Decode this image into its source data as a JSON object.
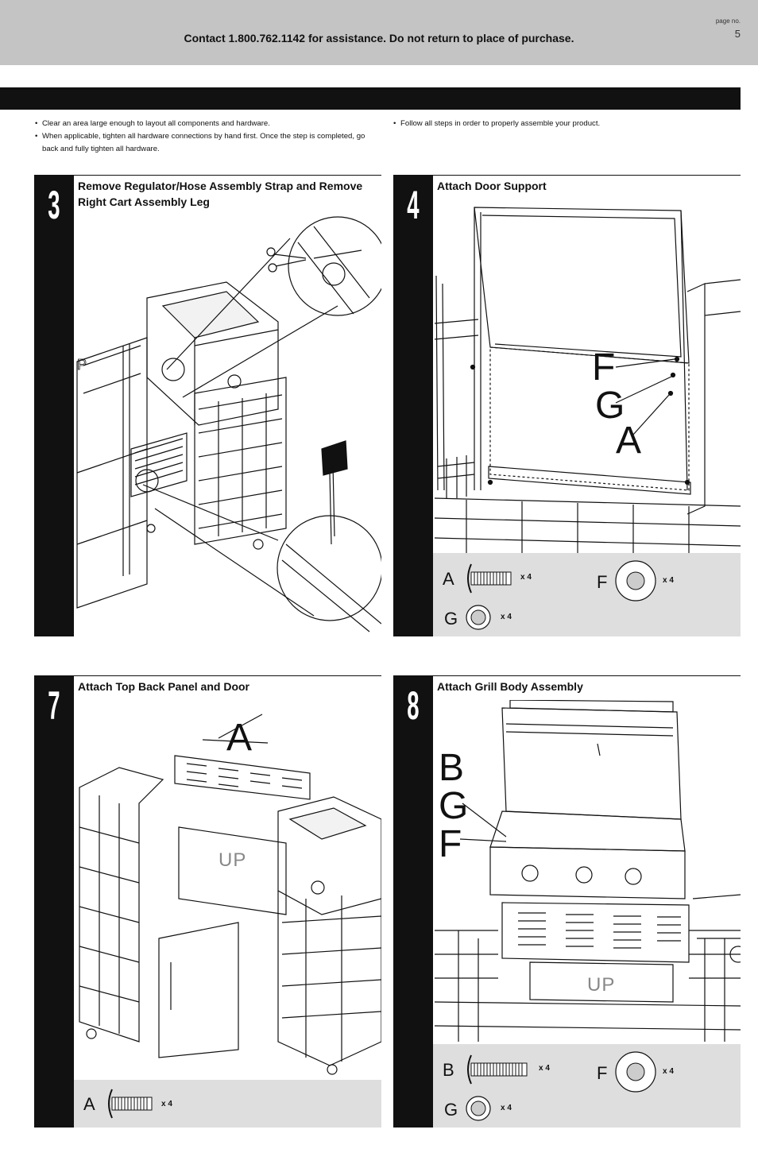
{
  "header": {
    "contact": "Contact 1.800.762.1142 for assistance. Do not return to place of purchase.",
    "page_label": "page no.",
    "page_number": "5"
  },
  "notes": {
    "left": [
      "Clear an area large enough to layout all components and hardware.",
      "When applicable, tighten all hardware connections by hand first. Once the step is completed, go back and fully tighten all hardware."
    ],
    "right": [
      "Follow all steps in order to properly assemble your product."
    ]
  },
  "steps": [
    {
      "number": "3",
      "title": "Remove Regulator/Hose Assembly Strap and Remove Right Cart Assembly Leg",
      "callouts": [],
      "hardware": []
    },
    {
      "number": "4",
      "title": "Attach Door Support",
      "callouts": [
        "F",
        "G",
        "A"
      ],
      "hardware": [
        {
          "label": "A",
          "qty": "x 4",
          "icon": "bolt-icon"
        },
        {
          "label": "F",
          "qty": "x 4",
          "icon": "flat-washer-icon"
        },
        {
          "label": "G",
          "qty": "x 4",
          "icon": "lock-washer-icon"
        }
      ]
    },
    {
      "number": "7",
      "title": "Attach Top Back Panel and Door",
      "callouts": [
        "A"
      ],
      "panel_text": "UP",
      "hardware": [
        {
          "label": "A",
          "qty": "x 4",
          "icon": "bolt-icon"
        }
      ]
    },
    {
      "number": "8",
      "title": "Attach Grill Body Assembly",
      "callouts": [
        "B",
        "G",
        "F"
      ],
      "panel_text": "UP",
      "hardware": [
        {
          "label": "B",
          "qty": "x 4",
          "icon": "bolt-icon"
        },
        {
          "label": "F",
          "qty": "x 4",
          "icon": "flat-washer-icon"
        },
        {
          "label": "G",
          "qty": "x 4",
          "icon": "lock-washer-icon"
        }
      ]
    }
  ]
}
